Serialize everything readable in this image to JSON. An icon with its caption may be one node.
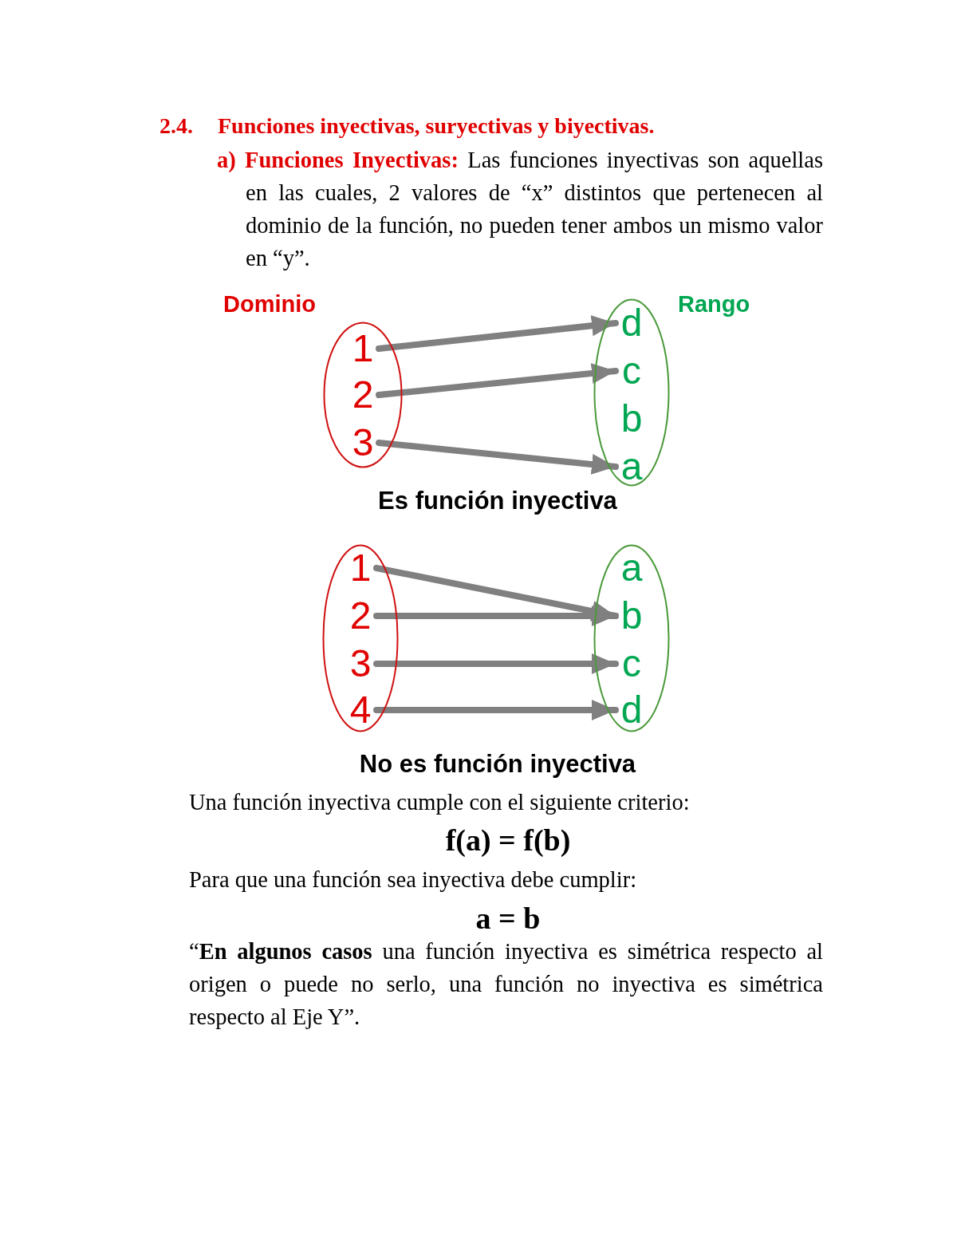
{
  "diagram": {
    "nodes": [
      {
        "text": [
          "Dominio"
        ]
      },
      {
        "text": [
          "1"
        ],
        "in": 0
      },
      {
        "text": [
          "2"
        ],
        "in": 0
      },
      {
        "text": [
          "3"
        ],
        "in": 0
      },
      {
        "text": [
          "Rango"
        ]
      },
      {
        "text": [
          "d"
        ],
        "in": 4
      },
      {
        "text": [
          "c"
        ],
        "in": 4
      },
      {
        "text": [
          "b"
        ],
        "in": 4
      },
      {
        "text": [
          "a"
        ],
        "in": 4
      },
      {
        "text": [],
        "shape": "ellipse"
      },
      {
        "text": [
          "1"
        ],
        "in": 9
      },
      {
        "text": [
          "2"
        ],
        "in": 9
      },
      {
        "text": [
          "3"
        ],
        "in": 9
      },
      {
        "text": [
          "4"
        ],
        "in": 9
      },
      {
        "text": [],
        "shape": "ellipse"
      },
      {
        "text": [
          "a"
        ],
        "in": 14
      },
      {
        "text": [
          "b"
        ],
        "in": 14
      },
      {
        "text": [
          "c"
        ],
        "in": 14
      },
      {
        "text": [
          "d"
        ],
        "in": 14
      }
    ],
    "edges": [
      {
        "from": 1,
        "to": 5,
        "arrow": "to"
      },
      {
        "from": 2,
        "to": 6,
        "arrow": "to"
      },
      {
        "from": 3,
        "to": 8,
        "arrow": "to"
      },
      {
        "from": 10,
        "to": 16,
        "arrow": "to"
      },
      {
        "from": 11,
        "to": 16,
        "arrow": "to"
      },
      {
        "from": 12,
        "to": 17,
        "arrow": "to"
      },
      {
        "from": 13,
        "to": 18,
        "arrow": "to"
      }
    ],
    "labels": [
      "2.4.",
      "Funciones inyectivas, suryectivas y biyectivas.",
      "**a) Funciones Inyectivas:** Las funciones inyectivas son aquellas en las cuales, 2 valores de “x” distintos que pertenecen al dominio de la función, no pueden tener ambos un mismo valor en “y”.",
      "Es función inyectiva",
      "No es función inyectiva",
      "Una función inyectiva cumple con el siguiente criterio:",
      "f(a) = f(b)",
      "Para que una función sea inyectiva debe cumplir:",
      "a = b",
      "“**En algunos casos** una función inyectiva es simétrica respecto al origen o puede no serlo, una función no inyectiva es simétrica respecto al Eje Y”."
    ]
  }
}
